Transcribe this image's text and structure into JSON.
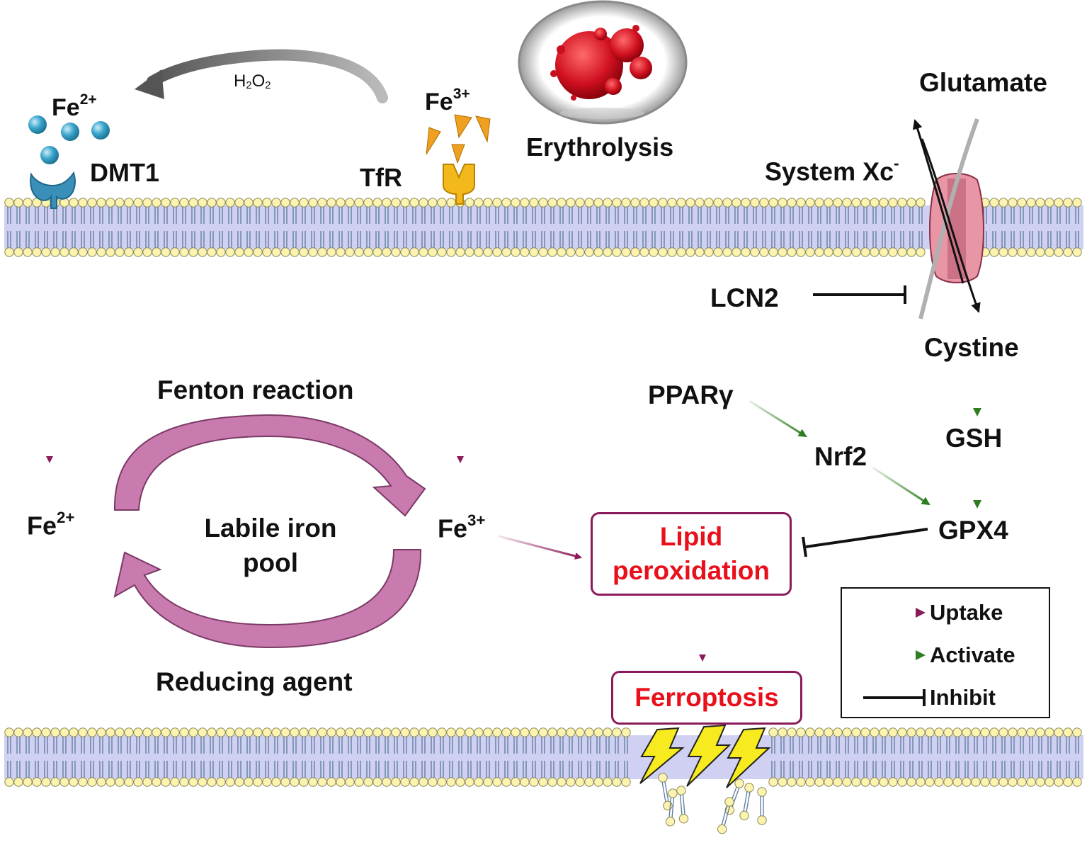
{
  "top": {
    "fe2_label": "Fe",
    "fe2_charge": "2+",
    "h2o2_h": "H",
    "h2o2_sub1": "2",
    "h2o2_o": "O",
    "h2o2_sub2": "2",
    "dmt1": "DMT1",
    "fe3_label": "Fe",
    "fe3_charge": "3+",
    "tfr": "TfR",
    "erythrolysis": "Erythrolysis",
    "glutamate": "Glutamate",
    "system_xc": "System Xc",
    "system_xc_charge": "-"
  },
  "middle": {
    "lcn2": "LCN2",
    "cystine": "Cystine",
    "fenton": "Fenton reaction",
    "pparg": "PPARγ",
    "nrf2": "Nrf2",
    "gsh": "GSH",
    "fe2_label": "Fe",
    "fe2_charge": "2+",
    "labile_line1": "Labile iron",
    "labile_line2": "pool",
    "fe3_label": "Fe",
    "fe3_charge": "3+",
    "gpx4": "GPX4",
    "lipid_line1": "Lipid",
    "lipid_line2": "peroxidation",
    "reducing": "Reducing agent",
    "ferroptosis": "Ferroptosis"
  },
  "legend": {
    "uptake": "Uptake",
    "activate": "Activate",
    "inhibit": "Inhibit"
  },
  "colors": {
    "uptake": "#8b1a5a",
    "activate": "#2e7d1f",
    "inhibit": "#111111",
    "highlight_text": "#e8101a",
    "cycle_arrow": "#c97aae"
  }
}
